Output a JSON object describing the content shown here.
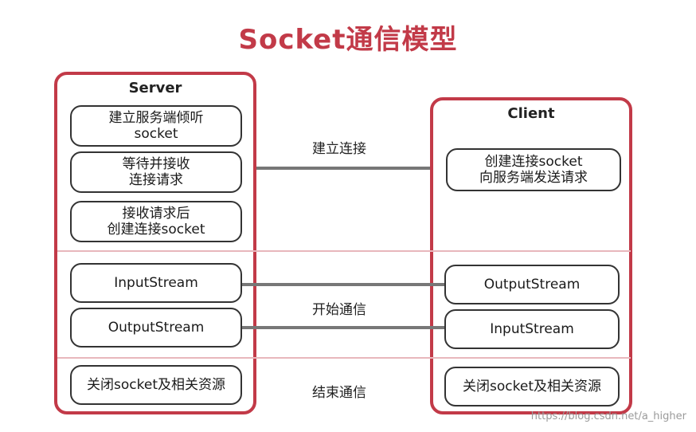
{
  "title": "Socket通信模型",
  "server": {
    "title": "Server",
    "boxes": [
      "建立服务端倾听\nsocket",
      "等待并接收\n连接请求",
      "接收请求后\n创建连接socket",
      "InputStream",
      "OutputStream",
      "关闭socket及相关资源"
    ]
  },
  "client": {
    "title": "Client",
    "boxes": [
      "创建连接socket\n向服务端发送请求",
      "OutputStream",
      "InputStream",
      "关闭socket及相关资源"
    ]
  },
  "labels": {
    "connect": "建立连接",
    "communicate": "开始通信",
    "end": "结束通信"
  },
  "watermark": "https://blog.csdn.net/a_higher",
  "colors": {
    "accent": "#c23a48",
    "divider": "#e8b7bc",
    "connector": "#777777"
  }
}
